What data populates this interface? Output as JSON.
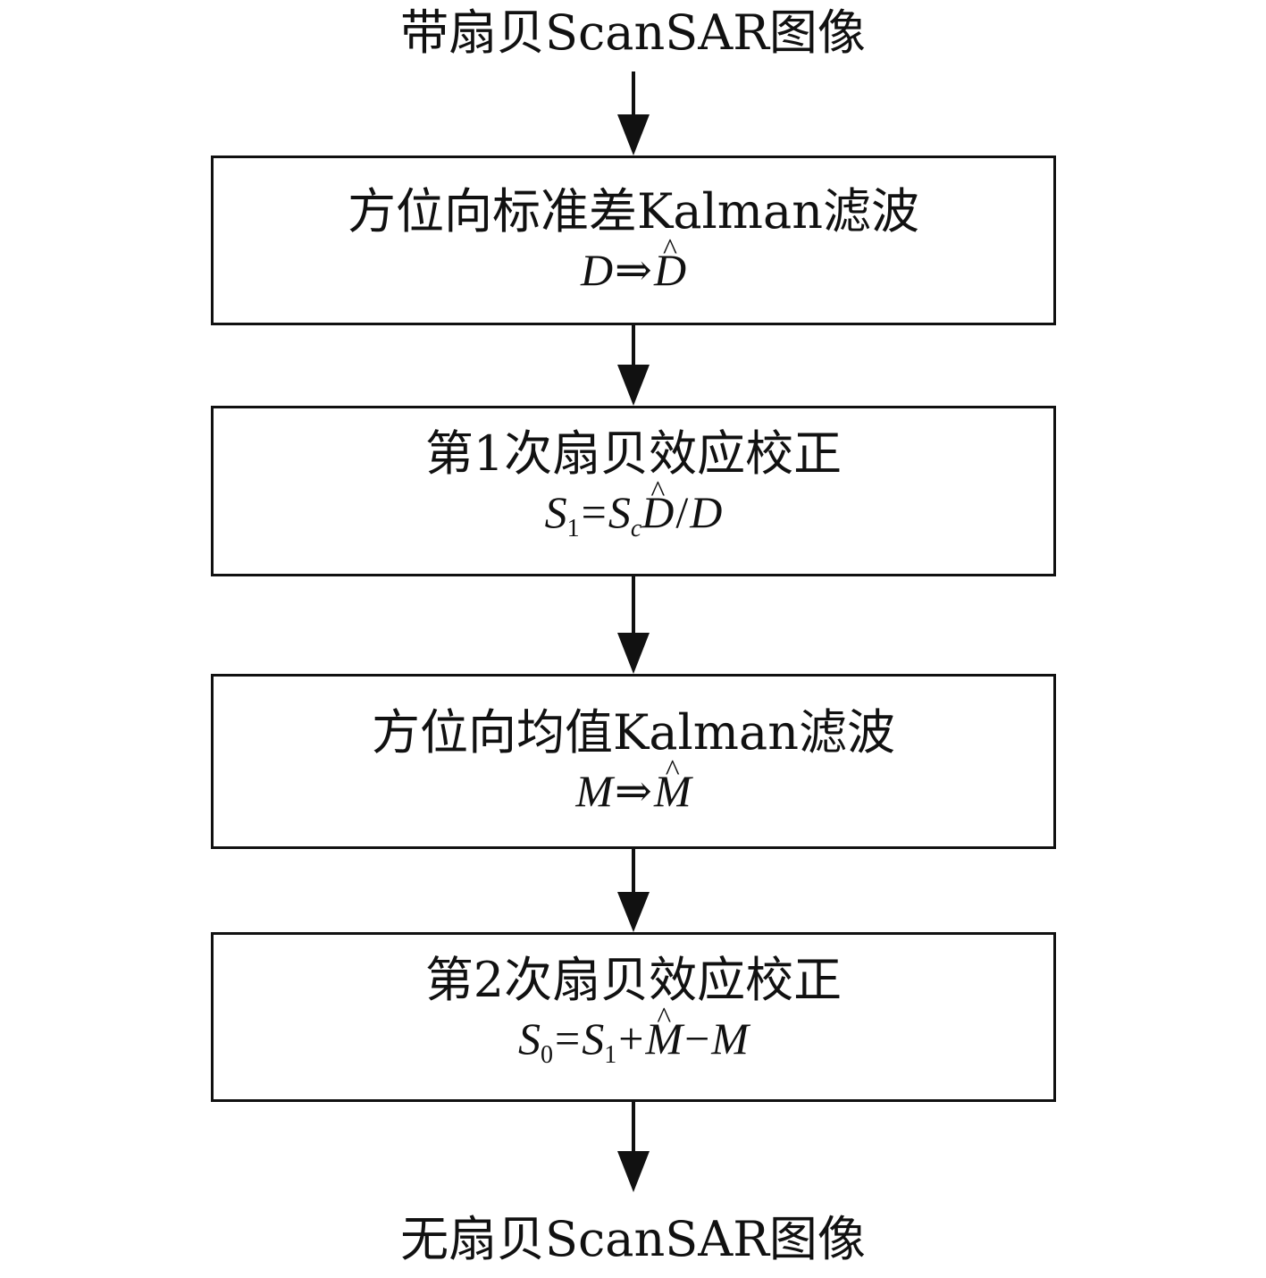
{
  "input_label": "带扇贝ScanSAR图像",
  "output_label": "无扇贝ScanSAR图像",
  "steps": [
    {
      "title": "方位向标准差Kalman滤波",
      "formula": {
        "lhs": "D",
        "arrow": "⇒",
        "rhs": "D"
      }
    },
    {
      "title": "第1次扇贝效应校正",
      "formula": {
        "s": "S",
        "sub1": "1",
        "eq": "=",
        "sc": "S",
        "subc": "c",
        "dhat": "D",
        "slash": "/",
        "d": "D"
      }
    },
    {
      "title": "方位向均值Kalman滤波",
      "formula": {
        "lhs": "M",
        "arrow": "⇒",
        "rhs": "M"
      }
    },
    {
      "title": "第2次扇贝效应校正",
      "formula": {
        "s": "S",
        "sub0": "0",
        "eq": "=",
        "s1": "S",
        "sub1": "1",
        "plus": "+",
        "mhat": "M",
        "minus": "−",
        "m": "M"
      }
    }
  ]
}
